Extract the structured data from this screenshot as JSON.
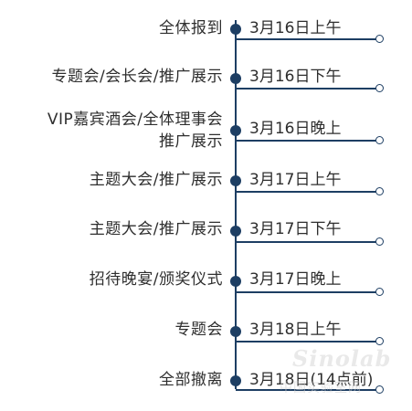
{
  "timeline": {
    "items": [
      {
        "event": "全体报到",
        "time": "3月16日上午"
      },
      {
        "event": "专题会/会长会/推广展示",
        "time": "3月16日下午"
      },
      {
        "event": "VIP嘉宾酒会/全体理事会",
        "event_line2": "推广展示",
        "time": "3月16日晚上"
      },
      {
        "event": "主题大会/推广展示",
        "time": "3月17日上午"
      },
      {
        "event": "主题大会/推广展示",
        "time": "3月17日下午"
      },
      {
        "event": "招待晚宴/颁奖仪式",
        "time": "3月17日晚上"
      },
      {
        "event": "专题会",
        "time": "3月18日上午"
      },
      {
        "event": "全部撤离",
        "time": "3月18日(14点前)"
      }
    ]
  },
  "watermark": {
    "brand": "Sinolab",
    "subtitle": "中国实验室网"
  },
  "colors": {
    "line": "#1d3e63",
    "text": "#2e2e2e"
  }
}
